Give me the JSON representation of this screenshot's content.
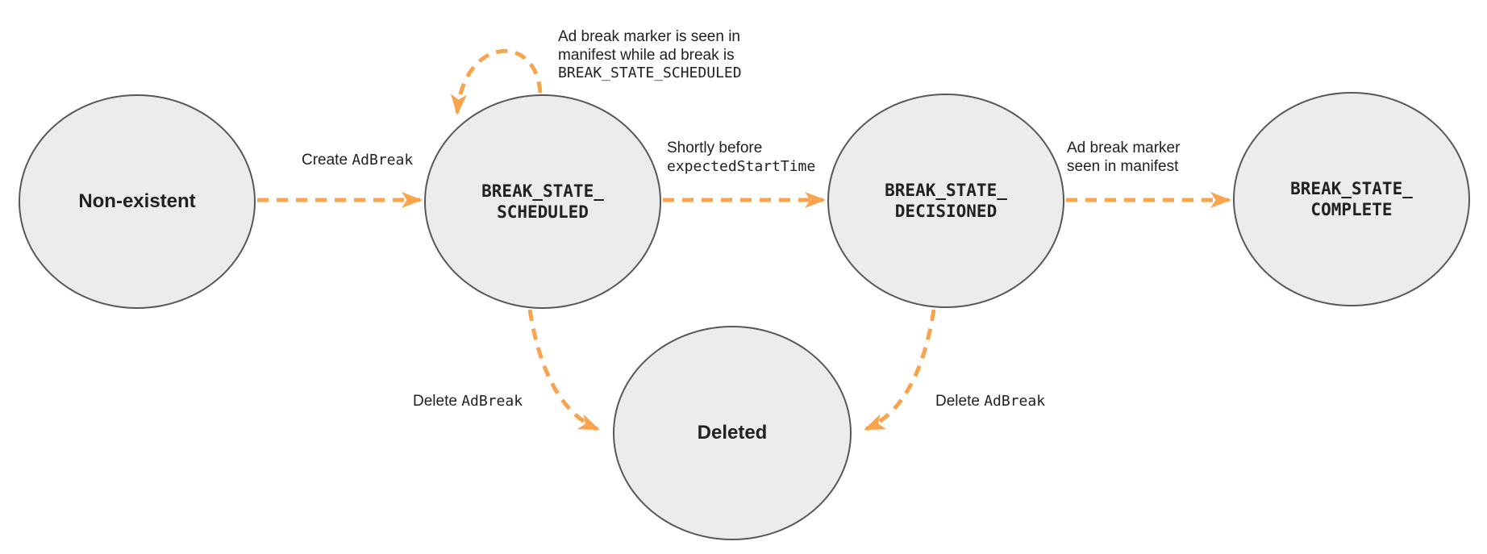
{
  "colors": {
    "arrow": "#F9A44C",
    "node_fill": "#ECECEC",
    "node_border": "#58585A",
    "text": "#202124",
    "background": "#FFFFFF"
  },
  "states": {
    "non_existent": {
      "label": "Non-existent"
    },
    "scheduled": {
      "label": "BREAK_STATE_\nSCHEDULED"
    },
    "decisioned": {
      "label": "BREAK_STATE_\nDECISIONED"
    },
    "complete": {
      "label": "BREAK_STATE_\nCOMPLETE"
    },
    "deleted": {
      "label": "Deleted"
    }
  },
  "transitions": {
    "create_adbreak": {
      "sans": "Create ",
      "mono": "AdBreak"
    },
    "scheduled_self_loop": {
      "line1": "Ad break marker is seen in",
      "line2": "manifest while ad break is",
      "line3_mono": "BREAK_STATE_SCHEDULED"
    },
    "shortly_before": {
      "line1": "Shortly before",
      "line2_mono": "expectedStartTime"
    },
    "marker_seen": {
      "line1": "Ad break marker",
      "line2": "seen in manifest"
    },
    "delete_adbreak_left": {
      "sans": "Delete ",
      "mono": "AdBreak"
    },
    "delete_adbreak_right": {
      "sans": "Delete ",
      "mono": "AdBreak"
    }
  }
}
